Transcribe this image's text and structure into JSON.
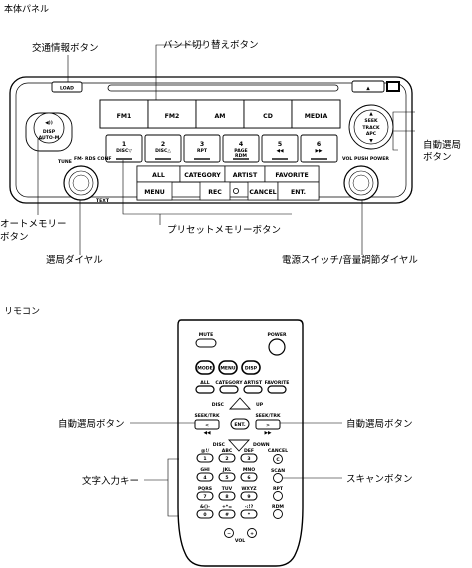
{
  "headings": {
    "panel": "本体パネル",
    "remote": "リモコン"
  },
  "panel_callouts": {
    "traffic": "交通情報ボタン",
    "band": "バンド切り替えボタン",
    "seek_1": "自動選局",
    "seek_2": "ボタン",
    "auto_memory_1": "オートメモリー",
    "auto_memory_2": "ボタン",
    "tuning": "選局ダイヤル",
    "preset": "プリセットメモリーボタン",
    "power_volume": "電源スイッチ/音量調節ダイヤル"
  },
  "remote_callouts": {
    "seek_left": "自動選局ボタン",
    "seek_right": "自動選局ボタン",
    "text_input": "文字入力キー",
    "scan": "スキャンボタン"
  },
  "panel": {
    "load": "LOAD",
    "eject": "▲",
    "bands": [
      "FM1",
      "FM2",
      "AM",
      "CD",
      "MEDIA"
    ],
    "presets": [
      {
        "num": "1",
        "sub": "DISC▽"
      },
      {
        "num": "2",
        "sub": "DISC△"
      },
      {
        "num": "3",
        "sub": "RPT"
      },
      {
        "num": "4",
        "sub": "PAGE\nRDM"
      },
      {
        "num": "5",
        "sub": "◀◀"
      },
      {
        "num": "6",
        "sub": "▶▶"
      }
    ],
    "categories": [
      "ALL",
      "CATEGORY",
      "ARTIST",
      "FAVORITE"
    ],
    "bottom": [
      "MENU",
      "REC",
      "CANCEL",
      "ENT."
    ],
    "disp": "DISP",
    "auto_m": "AUTO-M",
    "tune_label": "TUNE",
    "tune_sub": "FM· RDS CONF",
    "text_label": "TEXT",
    "vol_label": "VOL",
    "vol_sub": "PUSH POWER",
    "seek": "SEEK",
    "track": "TRACK",
    "apc": "APC"
  },
  "remote": {
    "mute": "MUTE",
    "power": "POWER",
    "mode_row": [
      "MODE",
      "MENU",
      "DISP"
    ],
    "cat_row": [
      "ALL",
      "CATEGORY",
      "ARTIST",
      "FAVORITE"
    ],
    "disc_up": "DISC",
    "up": "UP",
    "seek_left": "SEEK/TRK",
    "seek_right": "SEEK/TRK",
    "ent": "ENT.",
    "disc_down": "DISC",
    "down": "DOWN",
    "keys": [
      {
        "top": "@!/",
        "num": "1"
      },
      {
        "top": "ABC",
        "num": "2"
      },
      {
        "top": "DEF",
        "num": "3"
      },
      {
        "top": "GHI",
        "num": "4"
      },
      {
        "top": "JKL",
        "num": "5"
      },
      {
        "top": "MNO",
        "num": "6"
      },
      {
        "top": "PQRS",
        "num": "7"
      },
      {
        "top": "TUV",
        "num": "8"
      },
      {
        "top": "WXYZ",
        "num": "9"
      },
      {
        "top": "&()-",
        "num": "0"
      },
      {
        "top": "+*=",
        "num": "#"
      },
      {
        "top": "-:!?",
        "num": "*"
      }
    ],
    "cancel": "CANCEL",
    "cancel_sym": "C",
    "scan": "SCAN",
    "rpt": "RPT",
    "rdm": "RDM",
    "vol_minus": "−",
    "vol_plus": "+",
    "vol": "VOL"
  }
}
